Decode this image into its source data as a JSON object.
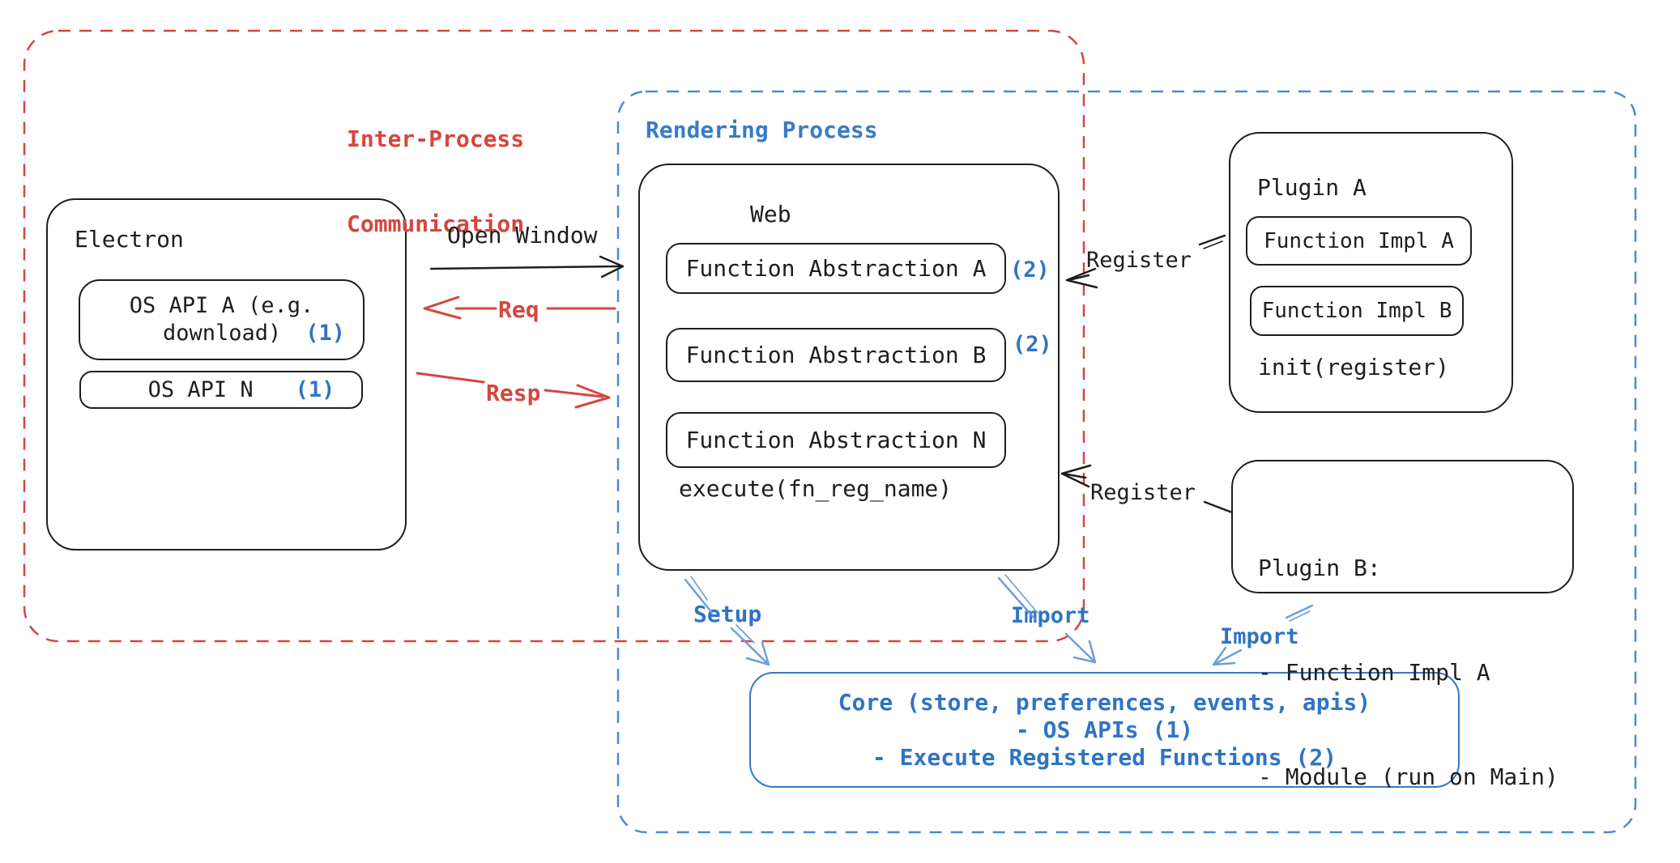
{
  "diagram": {
    "ipc": {
      "label_line1": "Inter-Process",
      "label_line2": "Communication"
    },
    "rendering": {
      "label": "Rendering Process"
    },
    "electron": {
      "title": "Electron",
      "os_api_a_line1": "OS API A (e.g.",
      "os_api_a_line2": "download)",
      "os_api_a_marker": "(1)",
      "os_api_n": "OS API N",
      "os_api_n_marker": "(1)"
    },
    "web": {
      "title": "Web",
      "fa_a": "Function Abstraction A",
      "fa_a_marker": "(2)",
      "fa_b": "Function Abstraction B",
      "fa_b_marker": "(2)",
      "fa_n": "Function Abstraction N",
      "execute": "execute(fn_reg_name)"
    },
    "plugin_a": {
      "title": "Plugin A",
      "impl_a": "Function Impl A",
      "impl_b": "Function Impl B",
      "init": "init(register)"
    },
    "plugin_b": {
      "title": "Plugin B:",
      "item1": "- Function Impl A",
      "item2": "- Module (run on Main)"
    },
    "core": {
      "line1": "Core (store, preferences, events, apis)",
      "line2": "- OS APIs (1)",
      "line3": "- Execute Registered Functions (2)"
    },
    "arrows": {
      "open_window": "Open Window",
      "req": "Req",
      "resp": "Resp",
      "register_a": "Register",
      "register_b": "Register",
      "setup": "Setup",
      "import_web": "Import",
      "import_plugin": "Import"
    },
    "colors": {
      "red": "#d6463f",
      "blue": "#2f74c4",
      "blue_dashed": "#4a8ad8",
      "light_blue": "#6b9fdc",
      "black": "#1e1e1e"
    }
  }
}
